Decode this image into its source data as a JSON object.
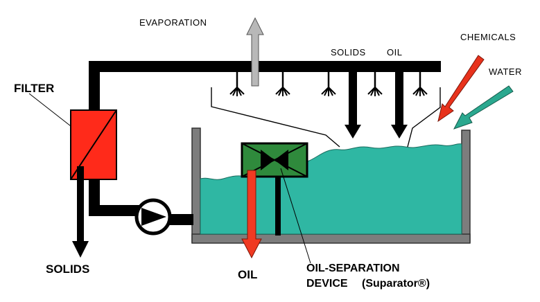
{
  "labels": {
    "evaporation": "EVAPORATION",
    "solids_top": "SOLIDS",
    "oil_top": "OIL",
    "chemicals": "CHEMICALS",
    "water": "WATER",
    "filter": "FILTER",
    "solids_bottom": "SOLIDS",
    "oil_bottom": "OIL",
    "device_line1": "OIL-SEPARATION",
    "device_line2": "DEVICE",
    "device_brand": "(Suparator®)"
  },
  "colors": {
    "pipe": "#000000",
    "filter": "#ff2a1a",
    "oil_arrow": "#f03a22",
    "water": "#2fb7a3",
    "tank_wall": "#7d7d7d",
    "separator": "#2f8a3c",
    "evaporation_arrow": "#b8b8b8",
    "chemicals_arrow": "#e8321c",
    "water_arrow": "#2aa88f"
  },
  "icons": {
    "nozzle": "spray-nozzle-icon",
    "pump": "pump-icon"
  }
}
